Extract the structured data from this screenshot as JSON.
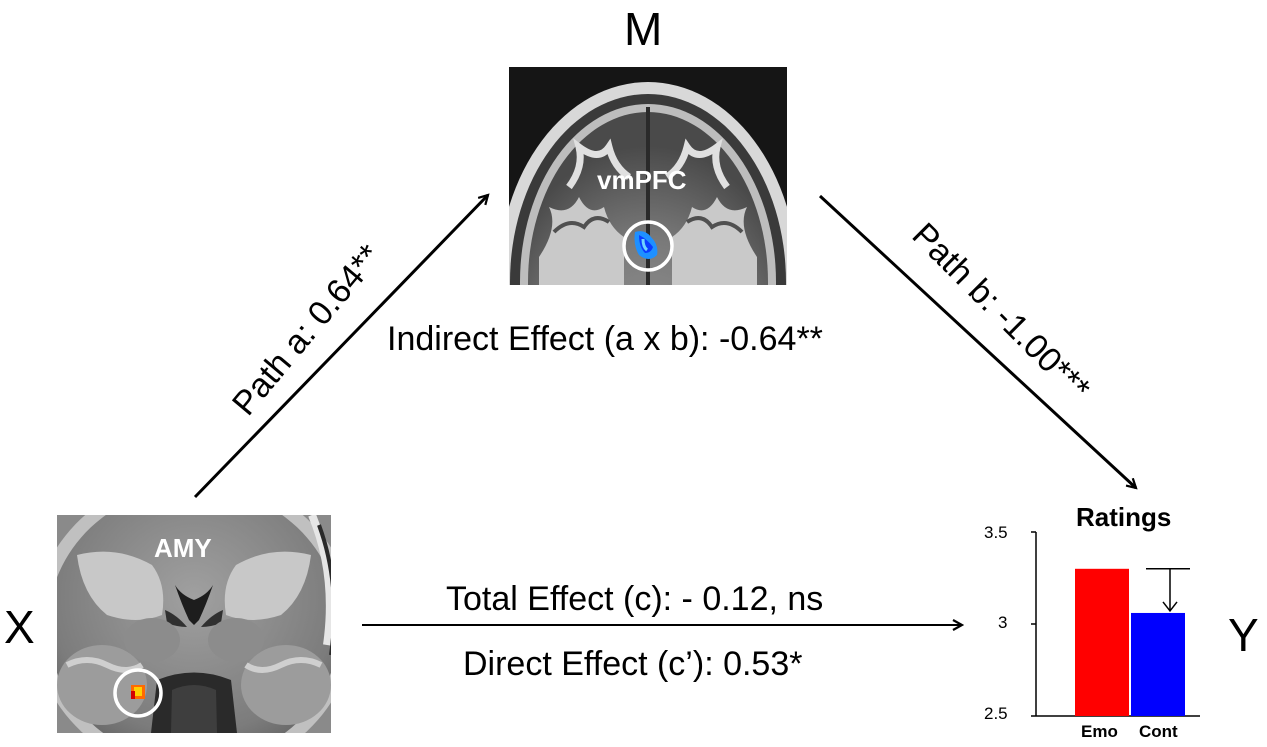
{
  "nodes": {
    "m_letter": "M",
    "x_letter": "X",
    "y_letter": "Y"
  },
  "regions": {
    "mediator_region": "vmPFC",
    "predictor_region": "AMY"
  },
  "paths": {
    "path_a": "Path a: 0.64**",
    "path_b": "Path b: -1.00***",
    "indirect": "Indirect Effect (a x b): -0.64**",
    "total": "Total Effect (c): - 0.12, ns",
    "direct": "Direct Effect (c’): 0.53*"
  },
  "colors": {
    "emo_bar": "#ff0000",
    "cont_bar": "#0000ff",
    "vmpfc_blob": "#1e90ff",
    "amy_blob": "#ff6a00",
    "circle": "#ffffff"
  },
  "chart_data": {
    "type": "bar",
    "title": "Ratings",
    "categories": [
      "Emo",
      "Cont"
    ],
    "values": [
      3.3,
      3.06
    ],
    "ylim": [
      2.5,
      3.5
    ],
    "yticks": [
      "2.5",
      "3",
      "3.5"
    ],
    "xlabel": "",
    "ylabel": "",
    "legend": "none"
  }
}
